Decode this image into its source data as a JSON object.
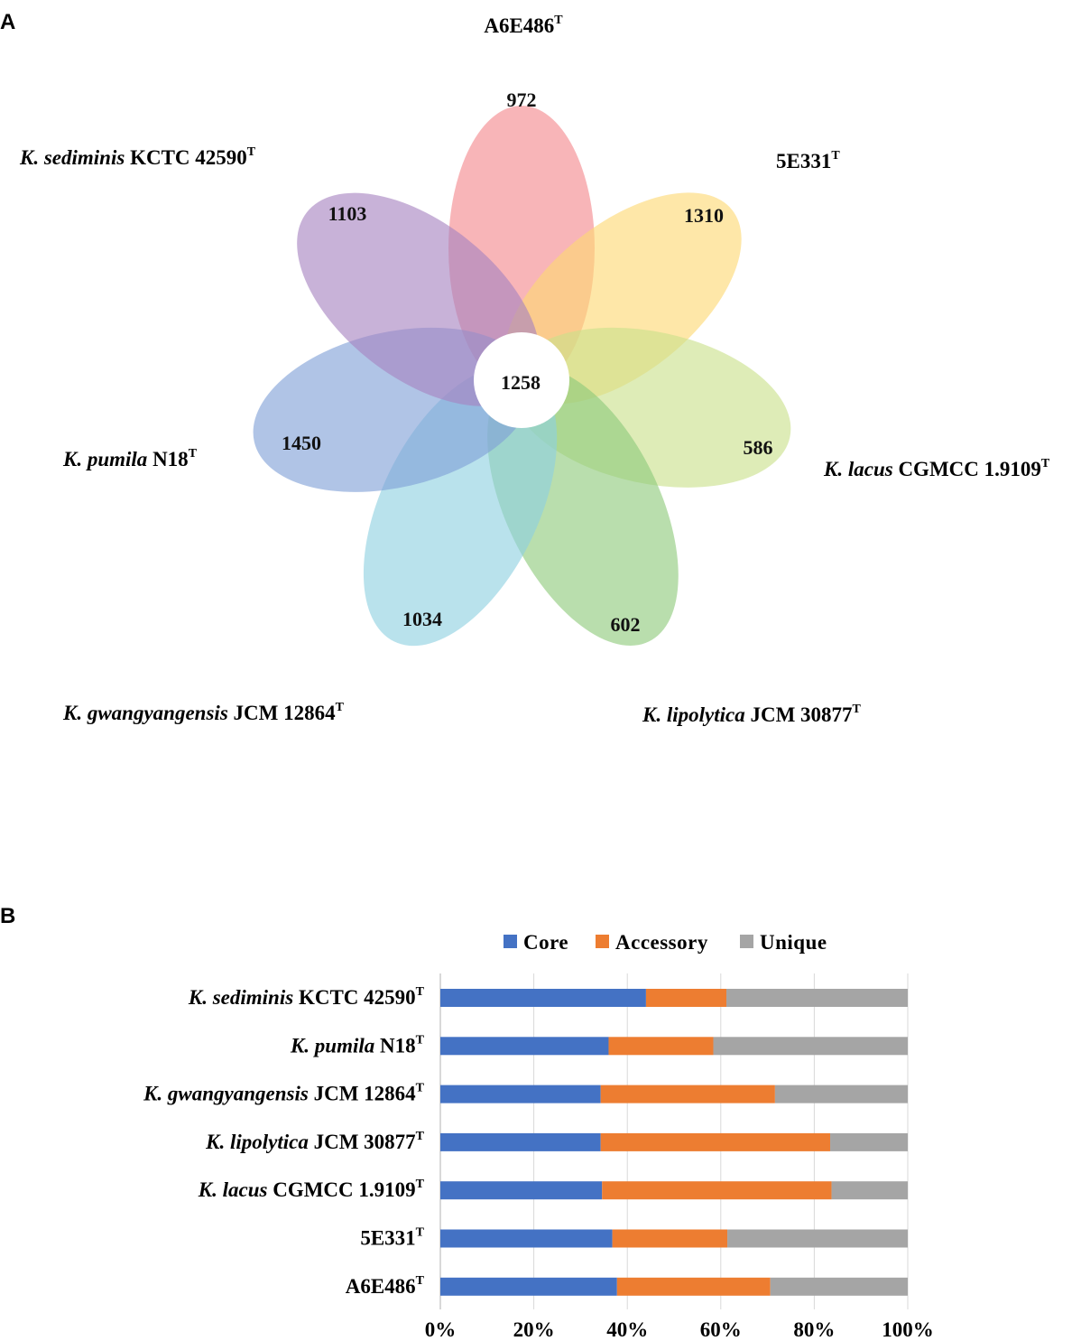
{
  "panels": {
    "a_letter": "A",
    "b_letter": "B"
  },
  "chart_data": [
    {
      "type": "venn",
      "core": 1258,
      "petals": [
        {
          "strain": "A6E486",
          "superscript": "T",
          "unique": 972,
          "color": "#f4878c"
        },
        {
          "strain": "5E331",
          "superscript": "T",
          "unique": 1310,
          "color": "#fdd873"
        },
        {
          "strain": "K. lacus CGMCC 1.9109",
          "species": "K. lacus",
          "designation": "CGMCC 1.9109",
          "superscript": "T",
          "unique": 586,
          "color": "#c9e08a"
        },
        {
          "strain": "K. lipolytica JCM 30877",
          "species": "K. lipolytica",
          "designation": "JCM 30877",
          "superscript": "T",
          "unique": 602,
          "color": "#8ec97a"
        },
        {
          "strain": "K. gwangyangensis JCM 12864",
          "species": "K. gwangyangensis",
          "designation": "JCM 12864",
          "superscript": "T",
          "unique": 1034,
          "color": "#8ed1e0"
        },
        {
          "strain": "K. pumila N18",
          "species": "K. pumila",
          "designation": "N18",
          "superscript": "T",
          "unique": 1450,
          "color": "#7f9fd6"
        },
        {
          "strain": "K. sediminis KCTC 42590",
          "species": "K. sediminis",
          "designation": "KCTC 42590",
          "superscript": "T",
          "unique": 1103,
          "color": "#a783c0"
        }
      ]
    },
    {
      "type": "bar",
      "orientation": "horizontal",
      "stacked": true,
      "percent": true,
      "categories": [
        {
          "species": "K. sediminis",
          "designation": "KCTC 42590",
          "superscript": "T"
        },
        {
          "species": "K. pumila",
          "designation": "N18",
          "superscript": "T"
        },
        {
          "species": "K. gwangyangensis",
          "designation": "JCM 12864",
          "superscript": "T"
        },
        {
          "species": "K. lipolytica",
          "designation": "JCM 30877",
          "superscript": "T"
        },
        {
          "species": "K. lacus",
          "designation": "CGMCC 1.9109",
          "superscript": "T"
        },
        {
          "species": "",
          "designation": "5E331",
          "superscript": "T"
        },
        {
          "species": "",
          "designation": "A6E486",
          "superscript": "T"
        }
      ],
      "series": [
        {
          "name": "Core",
          "color": "#4472c4",
          "values": [
            44,
            36,
            34.3,
            34.3,
            34.6,
            36.8,
            37.8
          ]
        },
        {
          "name": "Accessory",
          "color": "#ed7d31",
          "values": [
            17.2,
            22.4,
            37.3,
            49.1,
            49.1,
            24.6,
            32.8
          ]
        },
        {
          "name": "Unique",
          "color": "#a5a5a5",
          "values": [
            38.8,
            41.6,
            28.4,
            16.6,
            16.3,
            38.6,
            29.4
          ]
        }
      ],
      "xlim": [
        0,
        100
      ],
      "xticks": [
        "0%",
        "20%",
        "40%",
        "60%",
        "80%",
        "100%"
      ],
      "legend_position": "top",
      "grid": true
    }
  ]
}
